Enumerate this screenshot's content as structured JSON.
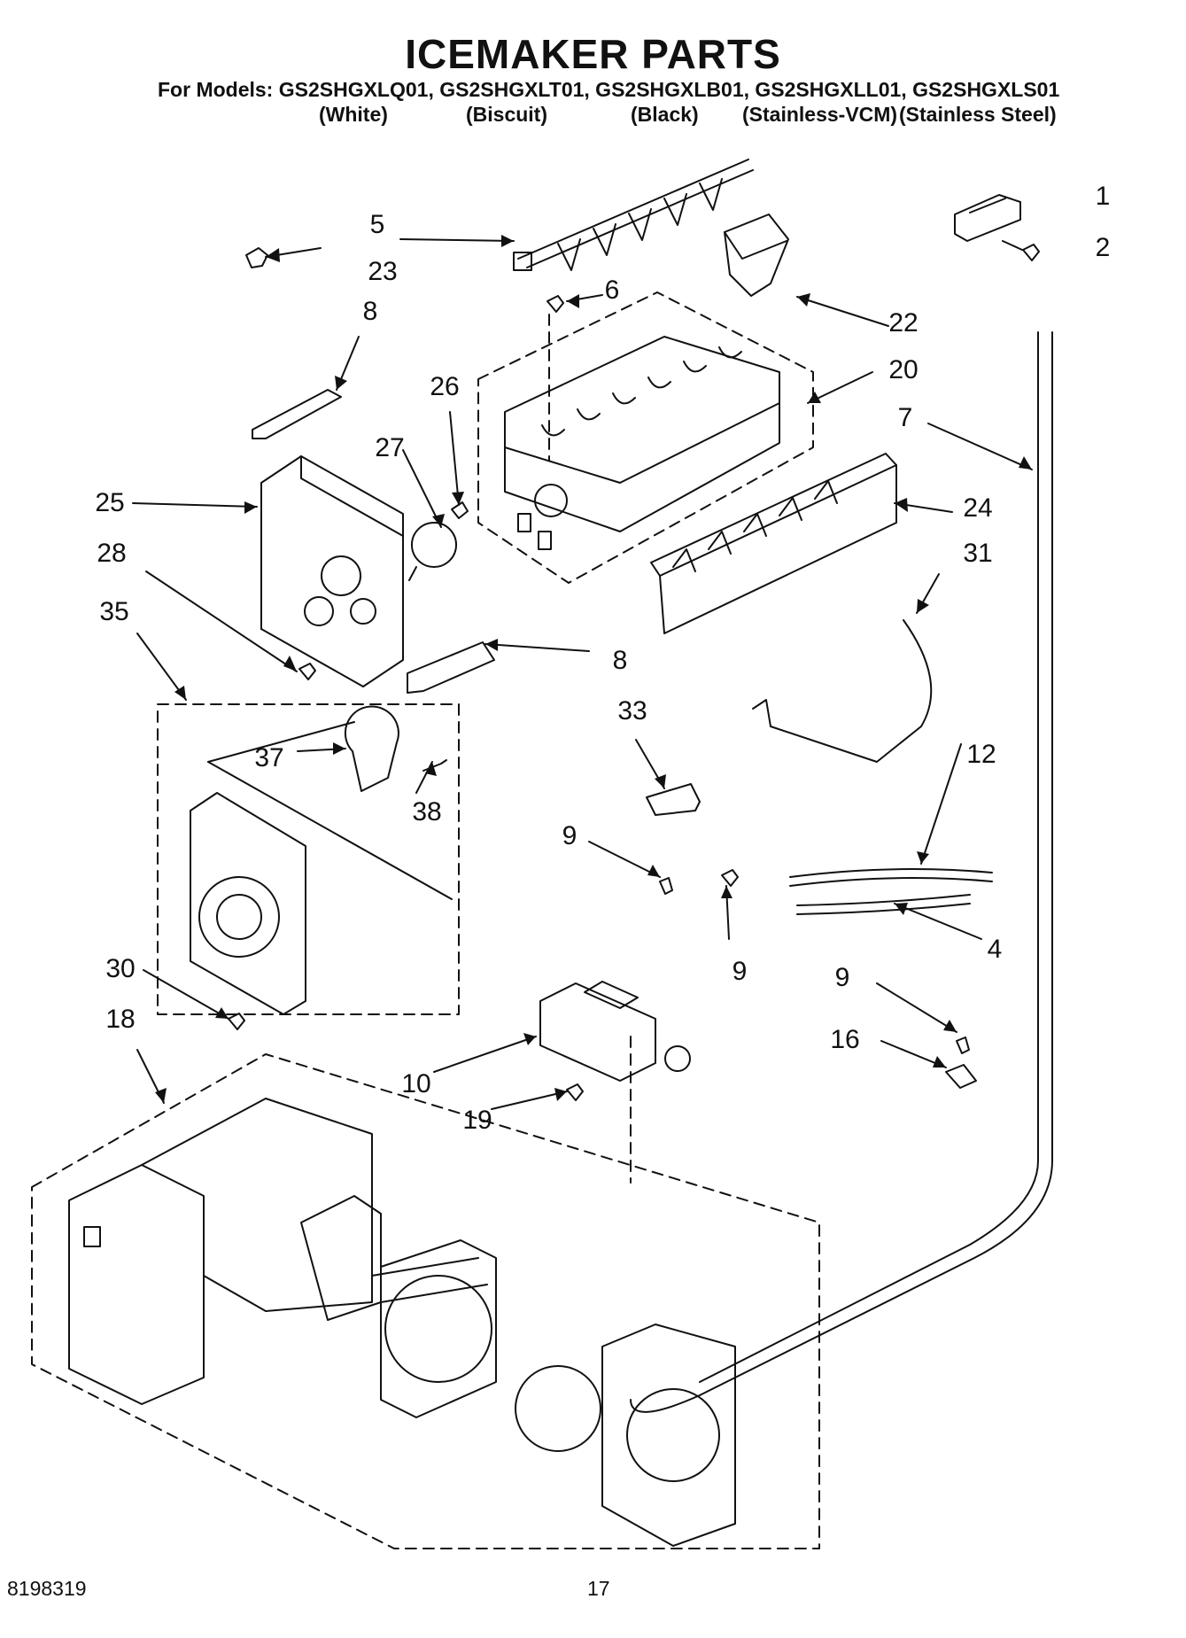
{
  "title": "ICEMAKER PARTS",
  "models_line": "For Models: GS2SHGXLQ01, GS2SHGXLT01, GS2SHGXLB01, GS2SHGXLL01, GS2SHGXLS01",
  "variants": [
    "(White)",
    "(Biscuit)",
    "(Black)",
    "(Stainless-VCM)",
    "(Stainless Steel)"
  ],
  "callouts": [
    "1",
    "2",
    "4",
    "5",
    "6",
    "7",
    "8",
    "8",
    "9",
    "9",
    "9",
    "10",
    "12",
    "16",
    "18",
    "19",
    "20",
    "22",
    "23",
    "24",
    "25",
    "26",
    "27",
    "28",
    "30",
    "31",
    "33",
    "35",
    "37",
    "38"
  ],
  "footer": {
    "doc_number": "8198319",
    "page_number": "17"
  }
}
